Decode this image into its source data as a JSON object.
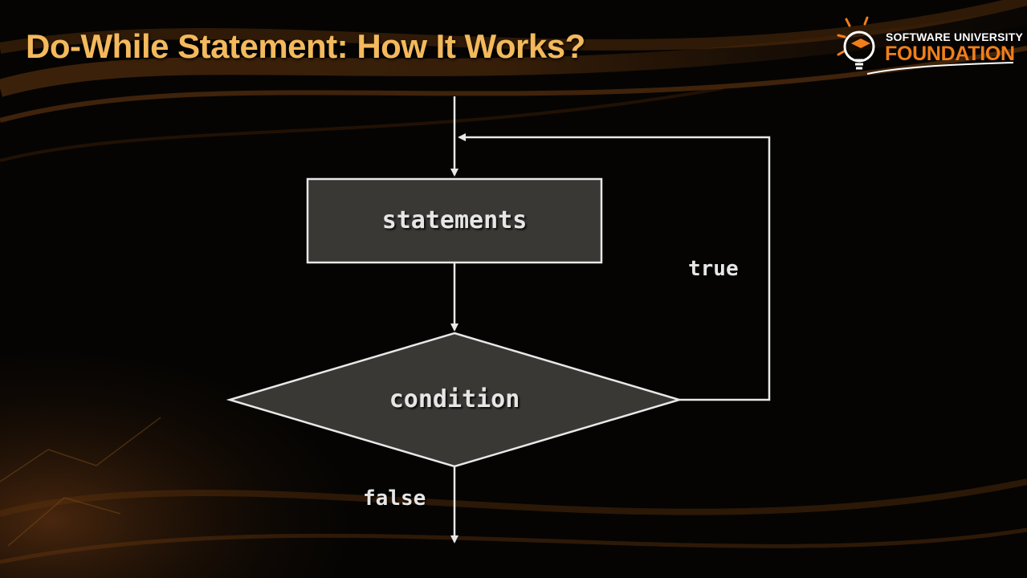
{
  "slide": {
    "title": "Do-While Statement: How It Works?"
  },
  "logo": {
    "line1": "SOFTWARE UNIVERSITY",
    "line2": "FOUNDATION",
    "icon": "lightbulb-graduation-cap-icon"
  },
  "diagram": {
    "nodes": {
      "statements": "statements",
      "condition": "condition"
    },
    "edges": {
      "true_label": "true",
      "false_label": "false"
    }
  },
  "colors": {
    "title": "#f3b95c",
    "brand_orange": "#f07f1a",
    "node_fill": "#3a3834",
    "line": "#e8e8e8",
    "background": "#050403"
  }
}
